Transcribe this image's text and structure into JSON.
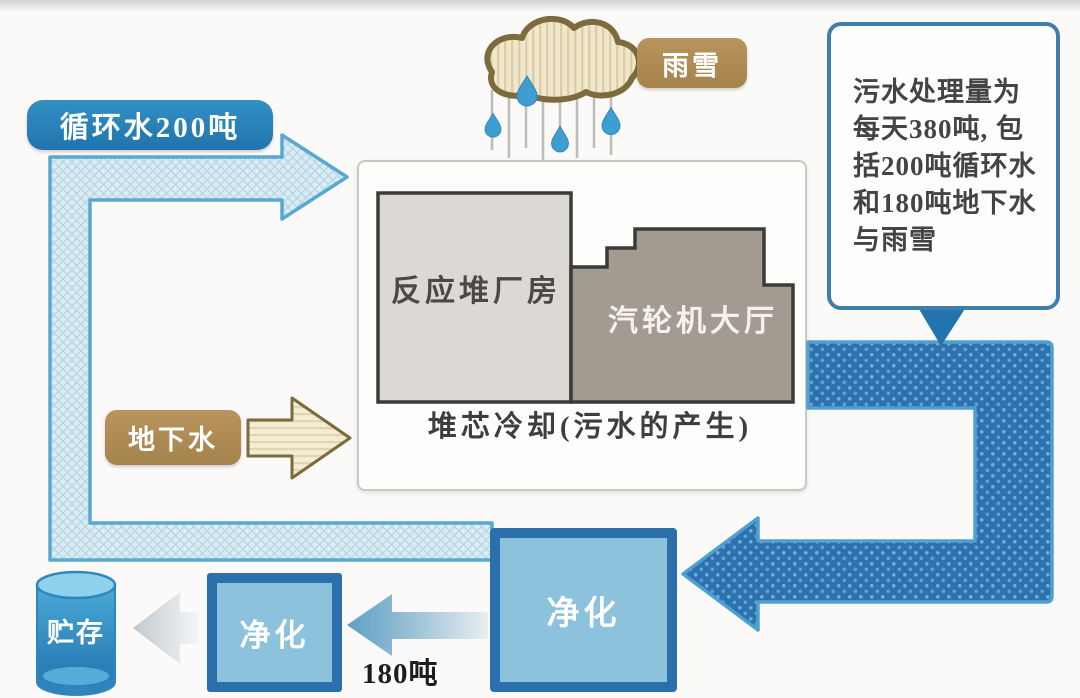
{
  "badges": {
    "circulating_water": "循环水200吨",
    "rain_snow": "雨雪",
    "groundwater": "地下水"
  },
  "plant": {
    "reactor_building": "反应堆厂房",
    "turbine_hall": "汽轮机大厅",
    "caption": "堆芯冷却(污水的产生)"
  },
  "callout": {
    "lines": {
      "0": "污水处理量为",
      "1": "每天380吨, 包",
      "2": "括200吨循环水",
      "3": "和180吨地下水",
      "4": "与雨雪"
    }
  },
  "process": {
    "purify_main": "净化",
    "purify_secondary": "净化",
    "storage": "贮存",
    "groundwater_amount": "180吨"
  },
  "icons": {
    "cloud": "rain-snow-cloud",
    "storage_tank": "water-storage-cylinder"
  },
  "colors": {
    "badge_blue": "#2883b8",
    "badge_tan": "#ac8a55",
    "pipe_light_fill": "#dcecf3",
    "pipe_light_stroke": "#58a8cf",
    "pipe_dark_fill": "#2d71ae",
    "pipe_dark_stroke": "#4f9fd0",
    "purify_border": "#2b6fad",
    "purify_fill": "#8cc2dc",
    "callout_border": "#3f7fa9",
    "reactor_fill": "#dcd9d4",
    "turbine_fill": "#a39b91",
    "cloud_fill": "#f1e7cd",
    "cloud_stroke": "#7d6b3e"
  }
}
